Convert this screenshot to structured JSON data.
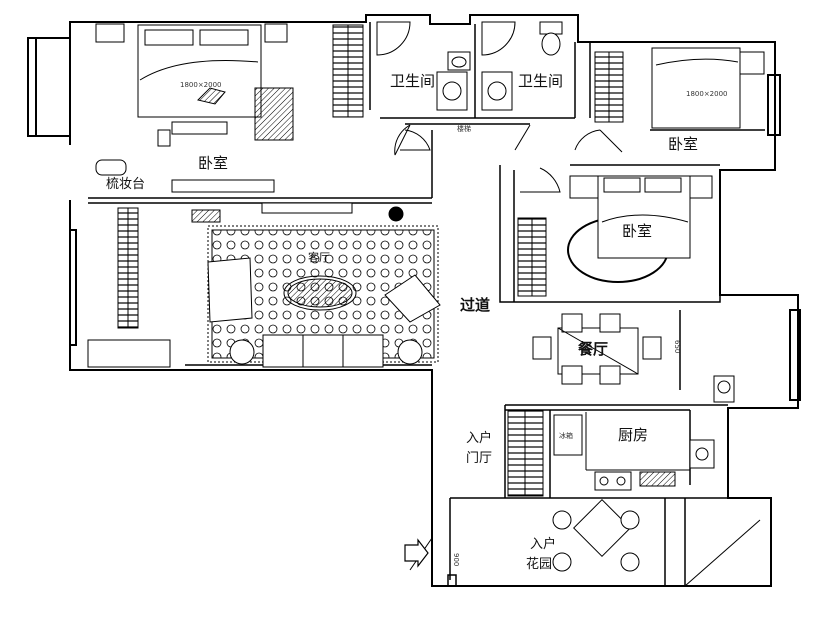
{
  "plan": {
    "rooms": {
      "master_bedroom": "卧室",
      "dresser": "梳妆台",
      "bathroom_1": "卫生间",
      "bathroom_2": "卫生间",
      "stair": "楼梯",
      "bedroom_ne": "卧室",
      "bedroom_center": "卧室",
      "living_room": "客厅",
      "corridor": "过道",
      "dining_room": "餐厅",
      "kitchen": "厨房",
      "fridge": "冰箱",
      "entry_hall_line1": "入户",
      "entry_hall_line2": "门厅",
      "entry_garden_line1": "入户",
      "entry_garden_line2": "花园"
    },
    "dimensions": {
      "bed_master": "1800×2000",
      "bed_ne": "1800×2000",
      "width_dining": "650",
      "width_entry": "900"
    },
    "line_color": "#000000",
    "fill_color": "#ffffff"
  }
}
